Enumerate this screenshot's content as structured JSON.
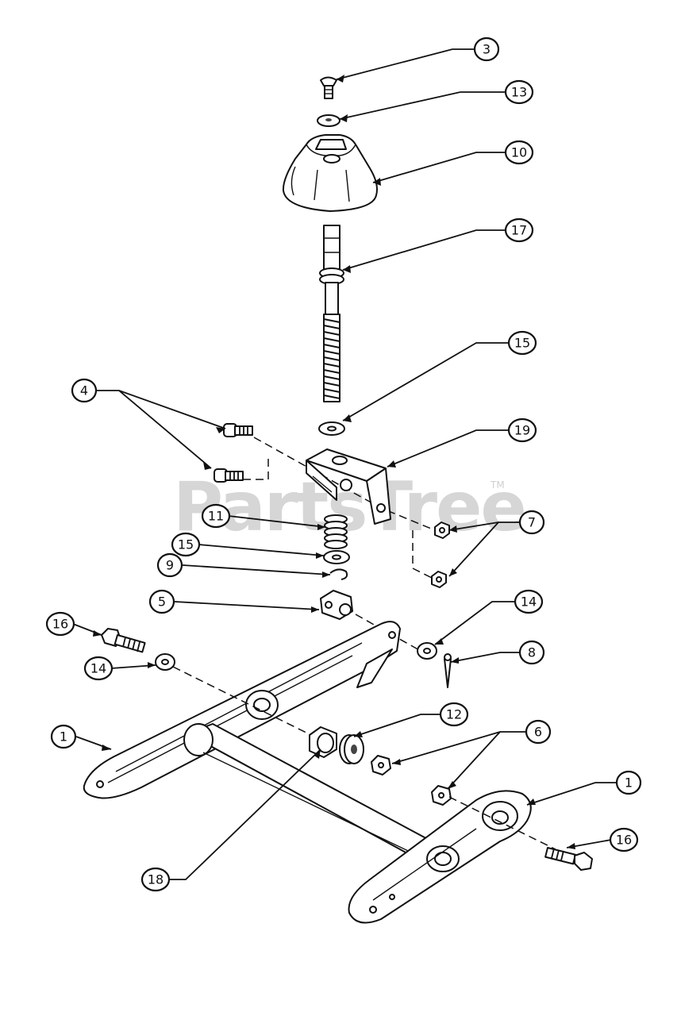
{
  "watermark": {
    "text": "PartsTree",
    "trademark": "TM"
  },
  "callouts": [
    {
      "id": "c3",
      "label": "3"
    },
    {
      "id": "c13",
      "label": "13"
    },
    {
      "id": "c10",
      "label": "10"
    },
    {
      "id": "c17",
      "label": "17"
    },
    {
      "id": "c15a",
      "label": "15"
    },
    {
      "id": "c4",
      "label": "4"
    },
    {
      "id": "c19",
      "label": "19"
    },
    {
      "id": "c11",
      "label": "11"
    },
    {
      "id": "c15b",
      "label": "15"
    },
    {
      "id": "c7",
      "label": "7"
    },
    {
      "id": "c9",
      "label": "9"
    },
    {
      "id": "c5",
      "label": "5"
    },
    {
      "id": "c14a",
      "label": "14"
    },
    {
      "id": "c16a",
      "label": "16"
    },
    {
      "id": "c14b",
      "label": "14"
    },
    {
      "id": "c8",
      "label": "8"
    },
    {
      "id": "c12",
      "label": "12"
    },
    {
      "id": "c6",
      "label": "6"
    },
    {
      "id": "c1a",
      "label": "1"
    },
    {
      "id": "c1b",
      "label": "1"
    },
    {
      "id": "c16b",
      "label": "16"
    },
    {
      "id": "c18",
      "label": "18"
    }
  ]
}
